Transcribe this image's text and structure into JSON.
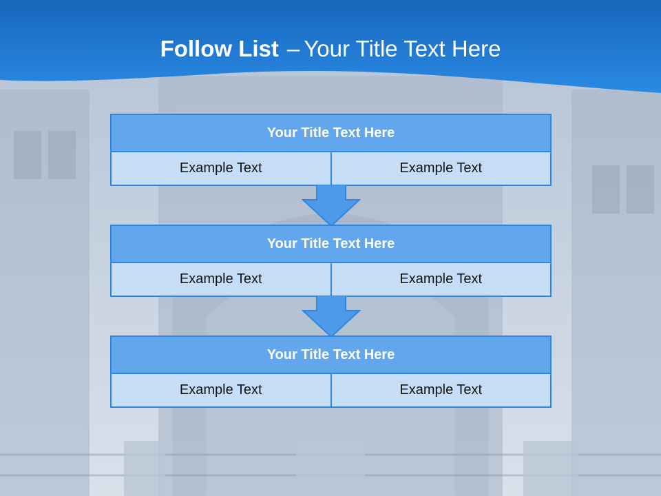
{
  "slide": {
    "title_bold": "Follow List",
    "title_dash": "–",
    "title_rest": "Your Title Text Here"
  },
  "blocks": [
    {
      "title": "Your Title Text Here",
      "left_text": "Example Text",
      "right_text": "Example Text"
    },
    {
      "title": "Your Title Text Here",
      "left_text": "Example Text",
      "right_text": "Example Text"
    },
    {
      "title": "Your Title Text Here",
      "left_text": "Example Text",
      "right_text": "Example Text"
    }
  ],
  "colors": {
    "header_blue": "#1a7bd8",
    "title_fill": "#62a6ee",
    "cell_fill": "#c6ddf7",
    "border": "#2f86de",
    "arrow_fill": "#4e9ae8"
  }
}
